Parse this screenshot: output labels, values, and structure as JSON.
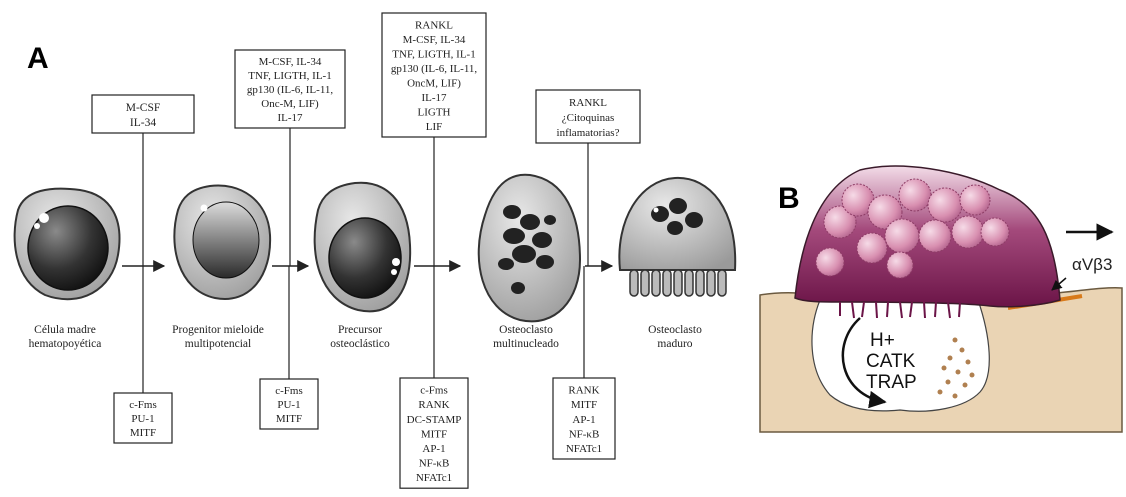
{
  "panels": {
    "a_label": "A",
    "b_label": "B"
  },
  "panel_a": {
    "stages": [
      {
        "name_lines": [
          "Célula madre",
          "hematopoyética"
        ],
        "top_factors": [
          "M-CSF",
          "IL-34"
        ],
        "bottom_factors": [
          "c-Fms",
          "PU-1",
          "MITF"
        ]
      },
      {
        "name_lines": [
          "Progenitor mieloide",
          "multipotencial"
        ],
        "top_factors": [
          "M-CSF, IL-34",
          "TNF, LIGTH, IL-1",
          "gp130 (IL-6, IL-11,",
          "Onc-M, LIF)",
          "IL-17"
        ],
        "bottom_factors": [
          "c-Fms",
          "PU-1",
          "MITF"
        ]
      },
      {
        "name_lines": [
          "Precursor",
          "osteoclástico"
        ],
        "top_factors": [
          "RANKL",
          "M-CSF, IL-34",
          "TNF, LIGTH, IL-1",
          "gp130 (IL-6, IL-11,",
          "OncM, LIF)",
          "IL-17",
          "LIGTH",
          "LIF"
        ],
        "bottom_factors": [
          "c-Fms",
          "RANK",
          "DC-STAMP",
          "MITF",
          "AP-1",
          "NF-κB",
          "NFATc1"
        ]
      },
      {
        "name_lines": [
          "Osteoclasto",
          "multinucleado"
        ],
        "top_factors": [
          "RANKL",
          "¿Citoquinas",
          "inflamatorias?"
        ],
        "bottom_factors": [
          "RANK",
          "MITF",
          "AP-1",
          "NF-κB",
          "NFATc1"
        ]
      },
      {
        "name_lines": [
          "Osteoclasto",
          "maduro"
        ]
      }
    ]
  },
  "panel_b": {
    "integrin_label": "αVβ3",
    "resorption_labels": [
      "H+",
      "CATK",
      "TRAP"
    ]
  },
  "colors": {
    "cell_gray": "#bdbdbd",
    "nucleus_dark": "#2c2c2c",
    "bone": "#ead4b4",
    "cytoplasm_purple": "#7a1f54",
    "vesicle_pink": "#d88fb0",
    "orange_border": "#d87a1a"
  }
}
